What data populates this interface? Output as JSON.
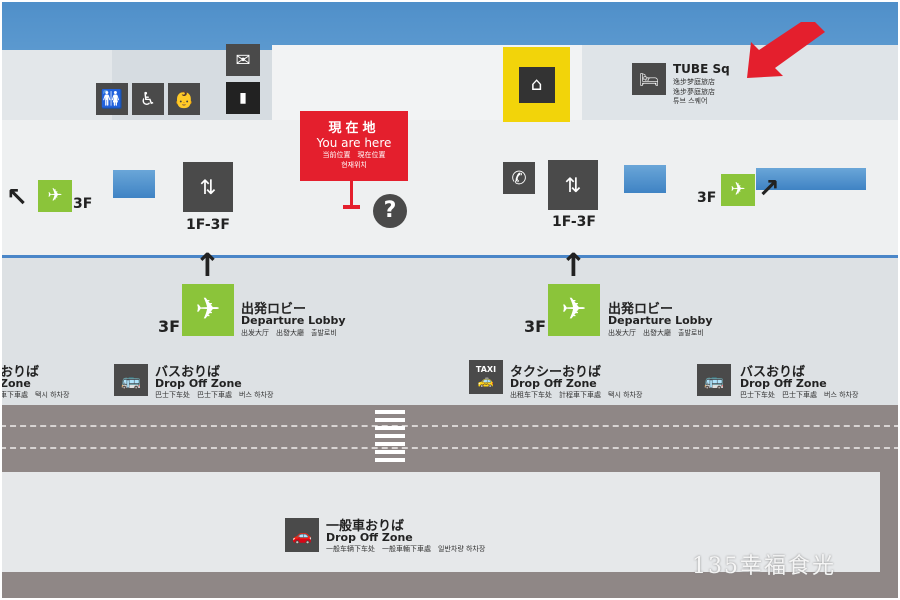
{
  "map": {
    "you_are_here_jp": "現在地",
    "you_are_here_en": "You are here",
    "you_are_here_cn": "当前位置　現在位置",
    "you_are_here_kr": "현재위치",
    "tube_title": "TUBE Sq",
    "tube_cn1": "逸步梦庭旅店",
    "tube_cn2": "逸步夢庭旅店",
    "tube_kr": "튜브 스퀘어",
    "elevator_left_label": "1F-3F",
    "elevator_right_label": "1F-3F",
    "floor_3f_a": "3F",
    "floor_3f_b": "3F",
    "floor_3f_c": "3F",
    "floor_3f_d": "3F",
    "departure_jp_left": "出発ロビー",
    "departure_en_left": "Departure Lobby",
    "departure_sub_left": "出发大厅　出發大廳　출발로비",
    "departure_jp_right": "出発ロビー",
    "departure_en_right": "Departure Lobby",
    "departure_sub_right": "出发大厅　出發大廳　출발로비",
    "bus_left_jp": "バスおりば",
    "bus_left_en": "Drop Off Zone",
    "bus_left_sub": "巴士下车处　巴士下車處　버스 하차장",
    "partial_left_jp": "おりば",
    "partial_left_en": "Zone",
    "partial_left_sub": "車下車處　택시 하차장",
    "taxi_label": "TAXI",
    "taxi_jp": "タクシーおりば",
    "taxi_en": "Drop Off Zone",
    "taxi_sub": "出租车下车处　計程車下車處　택시 하차장",
    "bus_right_jp": "バスおりば",
    "bus_right_en": "Drop Off Zone",
    "bus_right_sub": "巴士下车处　巴士下車處　버스 하차장",
    "car_jp": "一般車おりば",
    "car_en": "Drop Off Zone",
    "car_sub": "一般车辆下车处　一般車輛下車處　일반차량 하차장",
    "watermark": "135幸福食光"
  },
  "colors": {
    "sky": "#5b98cf",
    "green": "#8bc43a",
    "red": "#e41f2d",
    "yellow": "#f2d40a",
    "dark": "#4a4a4a"
  }
}
